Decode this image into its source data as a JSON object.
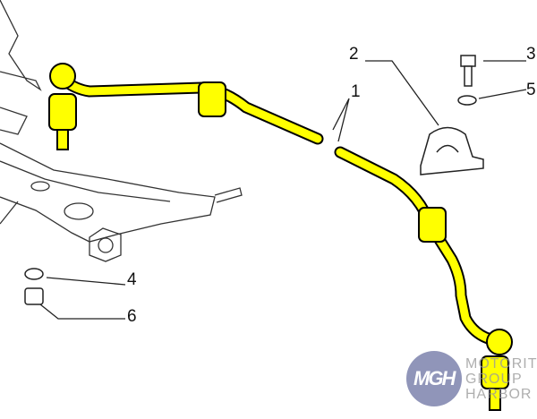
{
  "diagram": {
    "title": "Front stabilizer bar assembly",
    "callouts": [
      "1",
      "2",
      "3",
      "4",
      "5",
      "6"
    ],
    "highlight_color": "#ffff00",
    "line_color": "#222222"
  },
  "watermark": {
    "logo_text": "MGH",
    "lines": [
      "MOTORITY",
      "GROUP",
      "HARBOR"
    ]
  }
}
